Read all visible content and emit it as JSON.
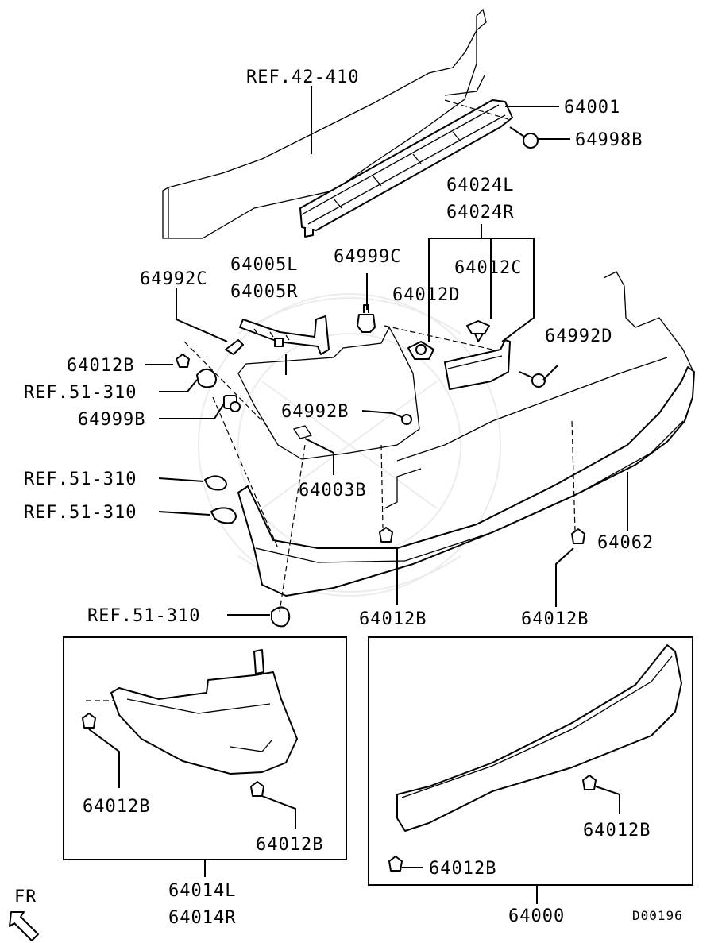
{
  "labels": {
    "ref_42_410": "REF.42-410",
    "p64001": "64001",
    "p64998B": "64998B",
    "p64024L": "64024L",
    "p64024R": "64024R",
    "p64005L": "64005L",
    "p64005R": "64005R",
    "p64999C": "64999C",
    "p64012C": "64012C",
    "p64012D": "64012D",
    "p64992C": "64992C",
    "p64992D": "64992D",
    "p64012B_a": "64012B",
    "ref_51_310_a": "REF.51-310",
    "p64999B": "64999B",
    "p64992B": "64992B",
    "p64003B": "64003B",
    "ref_51_310_b": "REF.51-310",
    "ref_51_310_c": "REF.51-310",
    "p64062": "64062",
    "ref_51_310_d": "REF.51-310",
    "p64012B_b": "64012B",
    "p64012B_c": "64012B",
    "p64012B_d": "64012B",
    "p64012B_e": "64012B",
    "p64014L": "64014L",
    "p64014R": "64014R",
    "p64012B_f": "64012B",
    "p64012B_g": "64012B",
    "p64000": "64000",
    "fr": "FR",
    "diagram_code": "D00196"
  }
}
